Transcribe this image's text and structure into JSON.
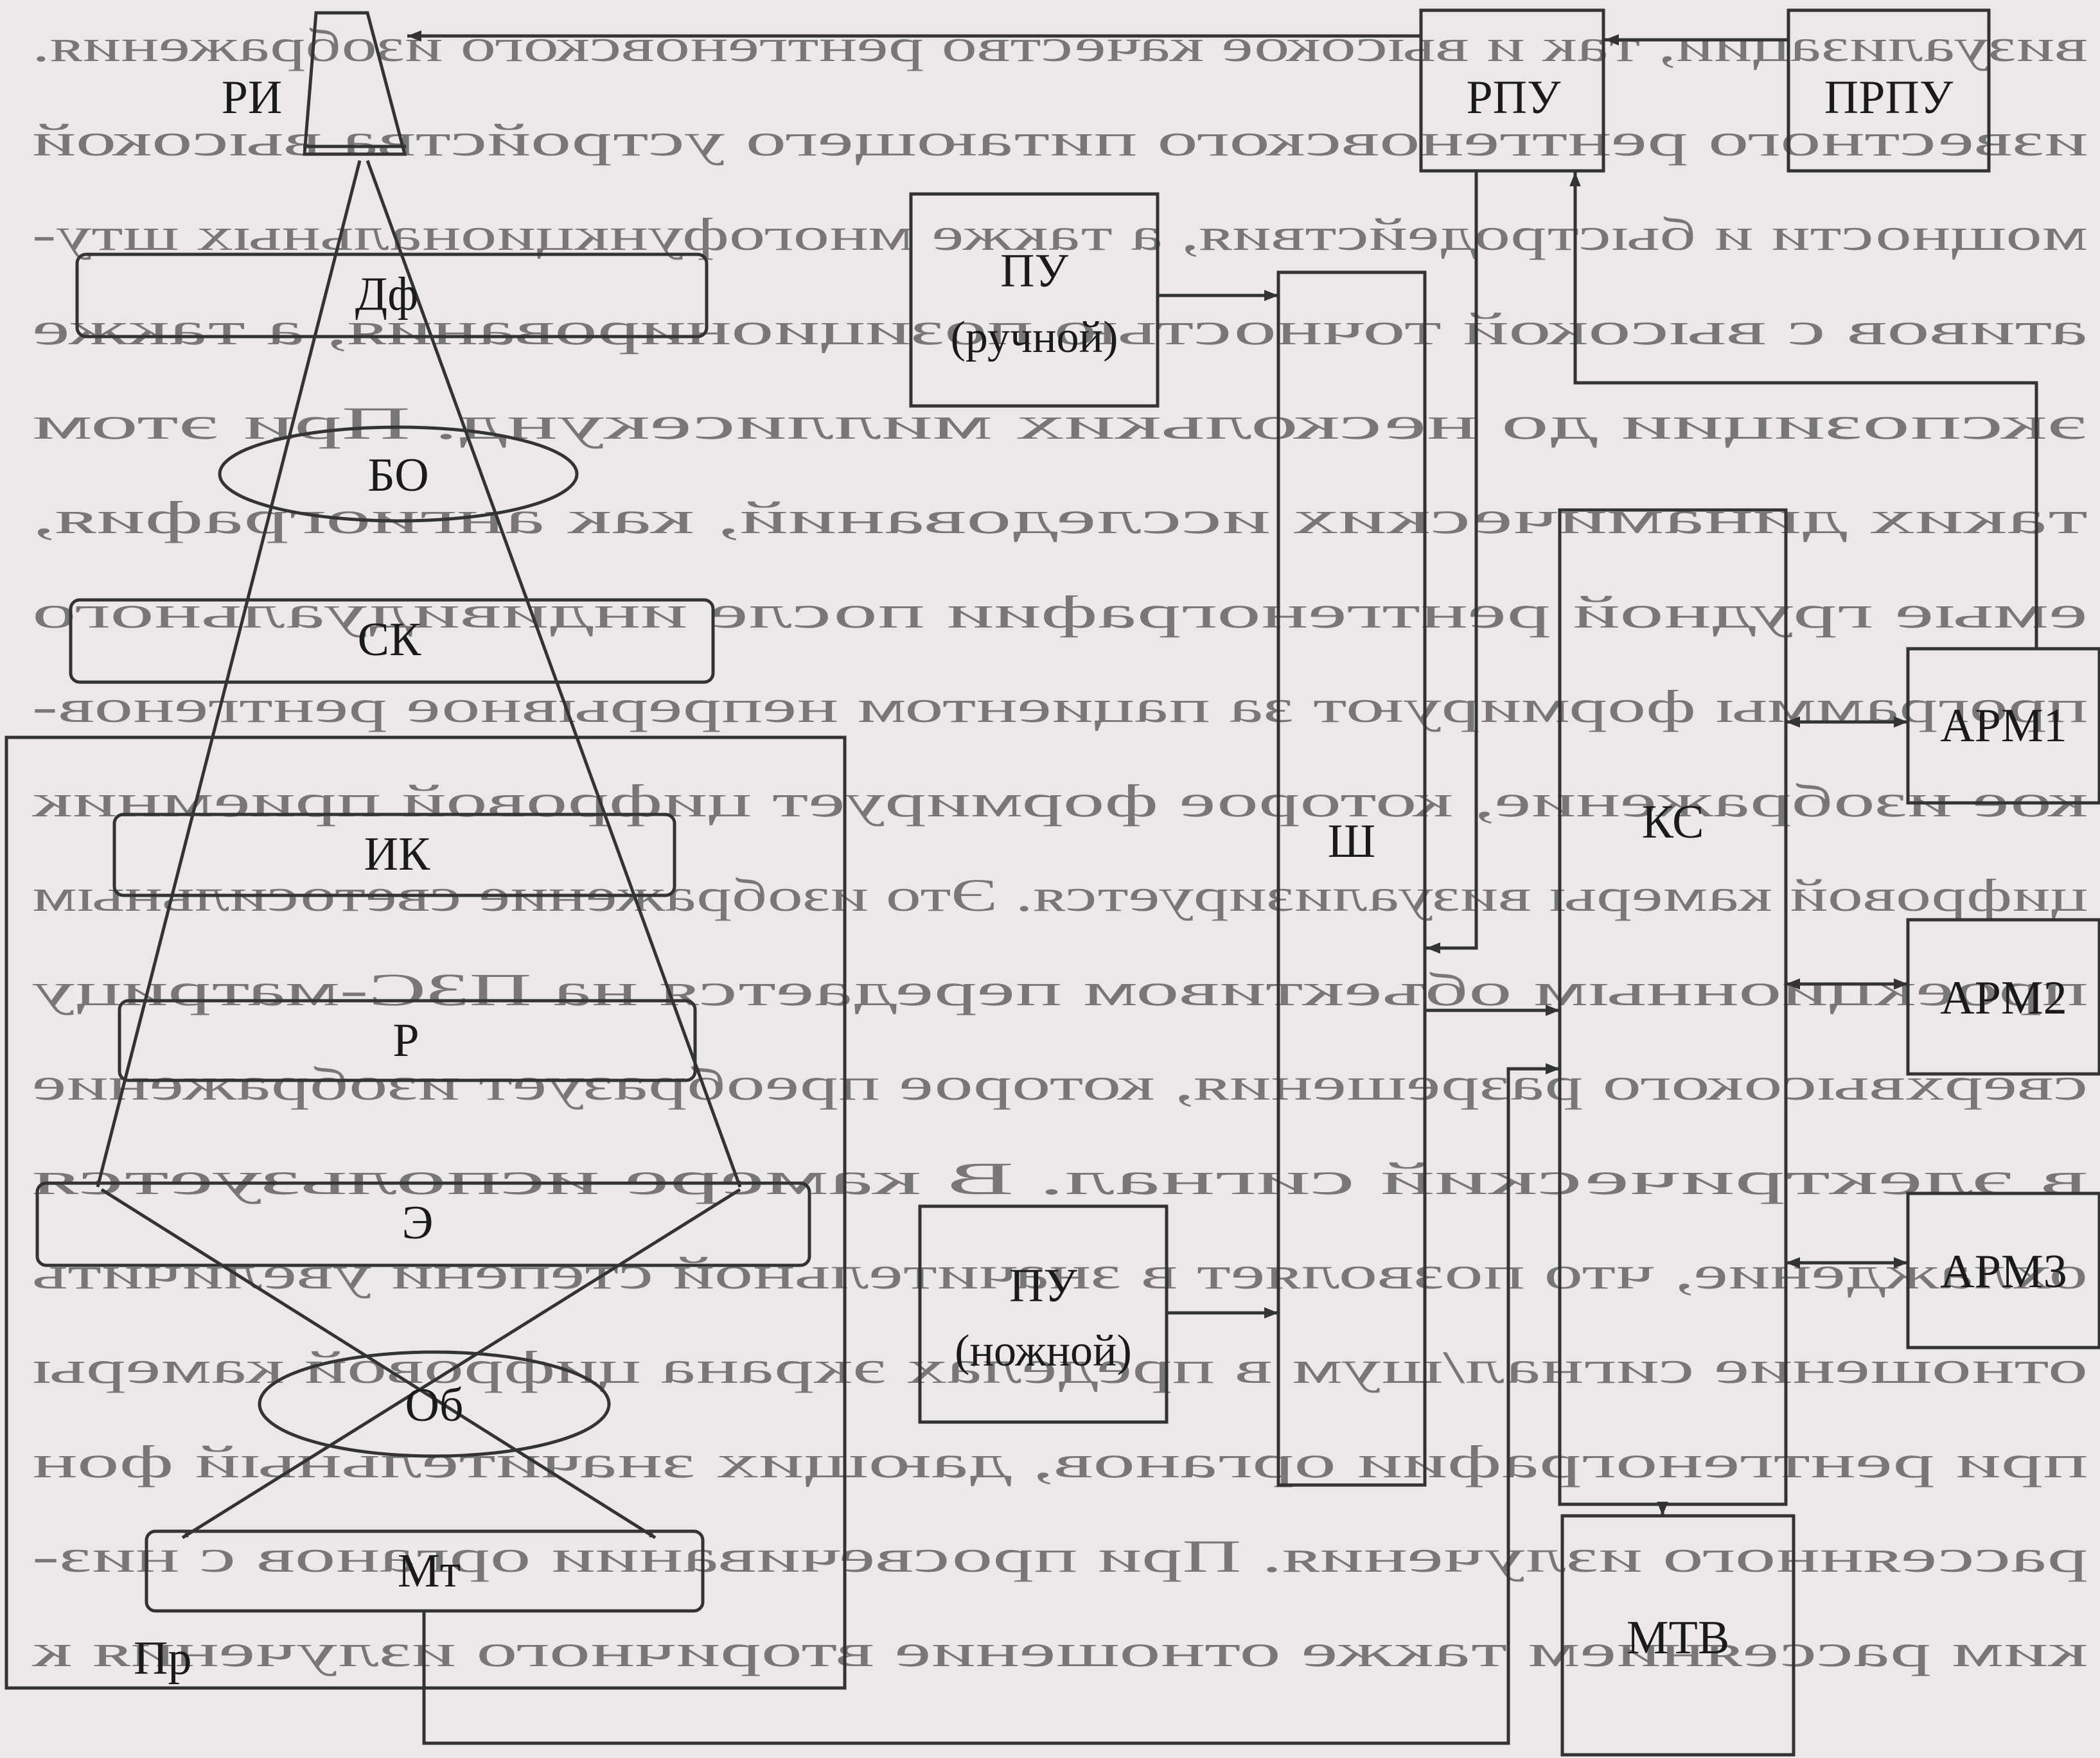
{
  "diagram": {
    "source": {
      "id": "ri",
      "label": "РИ"
    },
    "stack": [
      {
        "id": "df",
        "label": "Дф"
      },
      {
        "id": "bo",
        "label": "БО"
      },
      {
        "id": "sk",
        "label": "СК"
      },
      {
        "id": "ik",
        "label": "ИК"
      },
      {
        "id": "r",
        "label": "Р"
      },
      {
        "id": "e",
        "label": "Э"
      },
      {
        "id": "ob",
        "label": "Об"
      },
      {
        "id": "mt",
        "label": "Мт"
      }
    ],
    "enclosure_label": "Пр",
    "blocks": {
      "rpu": {
        "label": "РПУ"
      },
      "prpu": {
        "label": "ПРПУ"
      },
      "pu_manual": {
        "line1": "ПУ",
        "line2": "(ручной)"
      },
      "pu_foot": {
        "line1": "ПУ",
        "line2": "(ножной)"
      },
      "bus": {
        "label": "Ш"
      },
      "ks": {
        "label": "КС"
      },
      "mtv": {
        "label": "МТВ"
      }
    },
    "workstations": [
      {
        "id": "arm1",
        "label": "АРМ1"
      },
      {
        "id": "arm2",
        "label": "АРМ2"
      },
      {
        "id": "arm3",
        "label": "АРМ3"
      }
    ],
    "background_text": [
      "визуализации, так и высокое качество рентгеновского изображения.",
      "известного рентгеновского питающего устройства высокой",
      "мощности и быстродействия, а также многофункциональных шту-",
      "ативов с высокой точностью позиционирования, а также",
      "экспозиции до нескольких миллисекунд. При этом",
      "таких динамических исследований, как ангиография,",
      "емые грудной рентгенографии после индивидуального",
      "программы формируют за пациентом непрерывное рентгенов-",
      "кое изображение, которое формирует цифровой приемник",
      "цифровой камеры визуализируется. Это изображение светосильным",
      "проекционным объективом передается на ПЗС-матрицу",
      "сверхвысокого разрешения, которое преобразует изображение",
      "в электрический сигнал. В камере используется",
      "охлаждение, что позволяет в значительной степени увеличить",
      "отношение сигнал/шум в пределах экрана цифровой камеры",
      "при рентгенографии органов, дающих значительный фон",
      "рассеянного излучения. При просвечивании органов с низ-",
      "ким рассеянием также отношение вторичного излучения к"
    ]
  }
}
